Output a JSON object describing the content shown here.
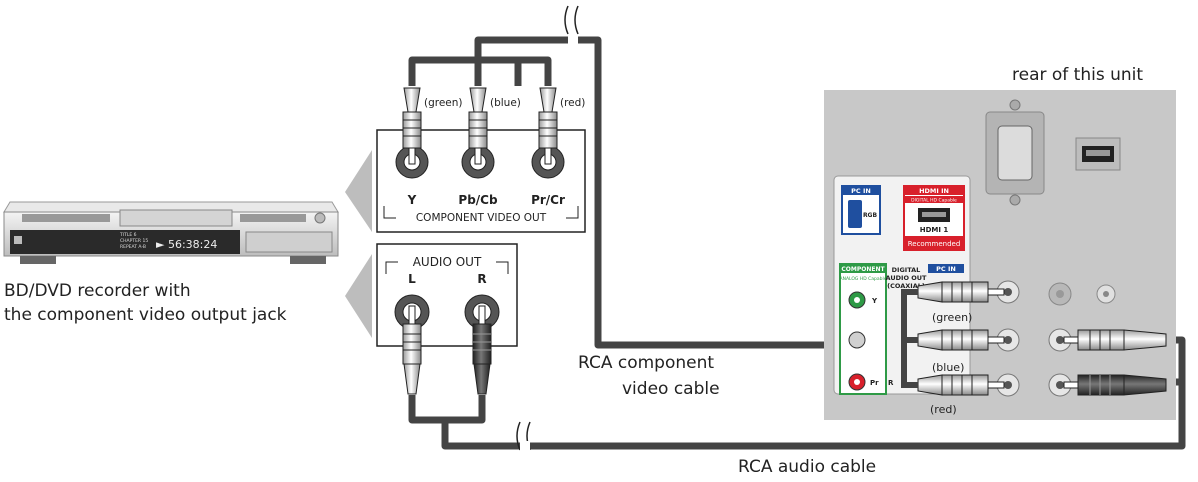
{
  "labels": {
    "rear_unit": "rear of this unit",
    "recorder_line1": "BD/DVD recorder with",
    "recorder_line2": "the component video output jack",
    "rca_component_line1": "RCA component",
    "rca_component_line2": "video cable",
    "rca_audio": "RCA audio cable"
  },
  "component_out": {
    "title": "COMPONENT VIDEO OUT",
    "jacks": [
      "Y",
      "Pb/Cb",
      "Pr/Cr"
    ],
    "cable_colors": [
      "(green)",
      "(blue)",
      "(red)"
    ]
  },
  "audio_out": {
    "title": "AUDIO OUT",
    "jacks": [
      "L",
      "R"
    ]
  },
  "recorder_display": {
    "readout": "► 56:38:24",
    "info": [
      "TITLE   6",
      "CHAPTER 15",
      "REPEAT A-B"
    ]
  },
  "tv_panel": {
    "pc_in": "PC IN",
    "rgb": "RGB",
    "hdmi_in": "HDMI IN",
    "hdmi_capable": "DIGITAL HD Capable",
    "hdmi_1": "HDMI 1",
    "recommended": "Recommended",
    "component": "COMPONENT",
    "analog_capable": "ANALOG HD Capable",
    "digital_audio_out": [
      "DIGITAL",
      "AUDIO OUT",
      "(COAXIAL)"
    ],
    "pc_in_2": "PC IN",
    "jack_y": "Y",
    "jack_pr": "Pr",
    "jack_r": "R",
    "cable_green": "(green)",
    "cable_blue": "(blue)",
    "cable_red": "(red)"
  },
  "colors": {
    "cable": "#444444",
    "panel": "#c8c8c8",
    "hdmi_red": "#d8202b",
    "pc_blue": "#1f4f9f",
    "component_green": "#2e9a46"
  }
}
